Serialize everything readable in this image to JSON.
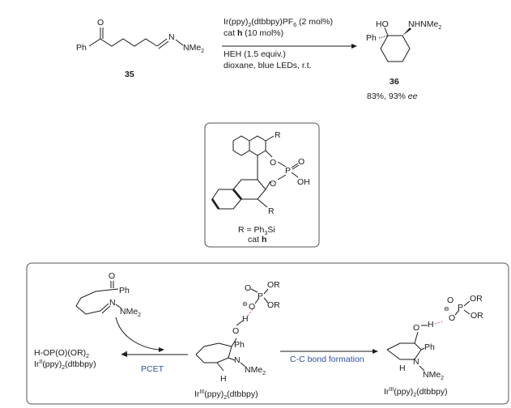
{
  "reaction": {
    "compound_35": "35",
    "compound_36": "36",
    "conditions": [
      "Ir(ppy)2(dtbbpy)PF6 (2 mol%)",
      "cat h (10 mol%)",
      "HEH (1.5 equiv.)",
      "dioxane, blue LEDs, r.t."
    ],
    "yield_ee": "83%, 93% ee"
  },
  "catalyst": {
    "r_definition": "R = Ph3Si",
    "label": "cat h"
  },
  "mechanism": {
    "left_reagents": [
      "H-OP(O)(OR)2",
      "IrII(ppy)2(dtbbpy)"
    ],
    "pcet": "PCET",
    "cc_bond": "C-C bond formation",
    "ir3_middle": "IrIII(ppy)2(dtbbpy)",
    "ir3_right": "IrIII(ppy)2(dtbbpy)"
  }
}
